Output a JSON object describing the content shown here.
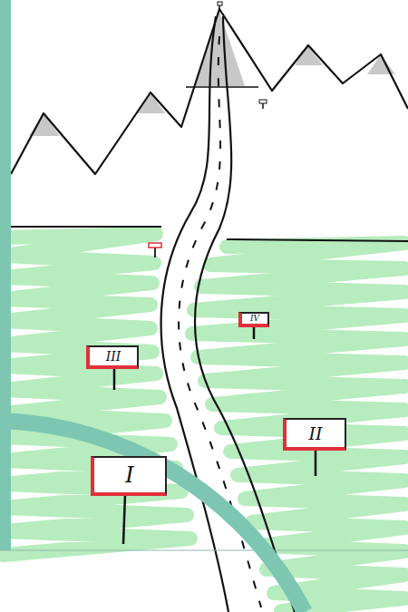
{
  "diagram": {
    "nodes": [
      {
        "text": [
          "I"
        ]
      },
      {
        "text": [
          "II"
        ]
      },
      {
        "text": [
          "III"
        ]
      },
      {
        "text": [
          "IV"
        ]
      }
    ]
  }
}
